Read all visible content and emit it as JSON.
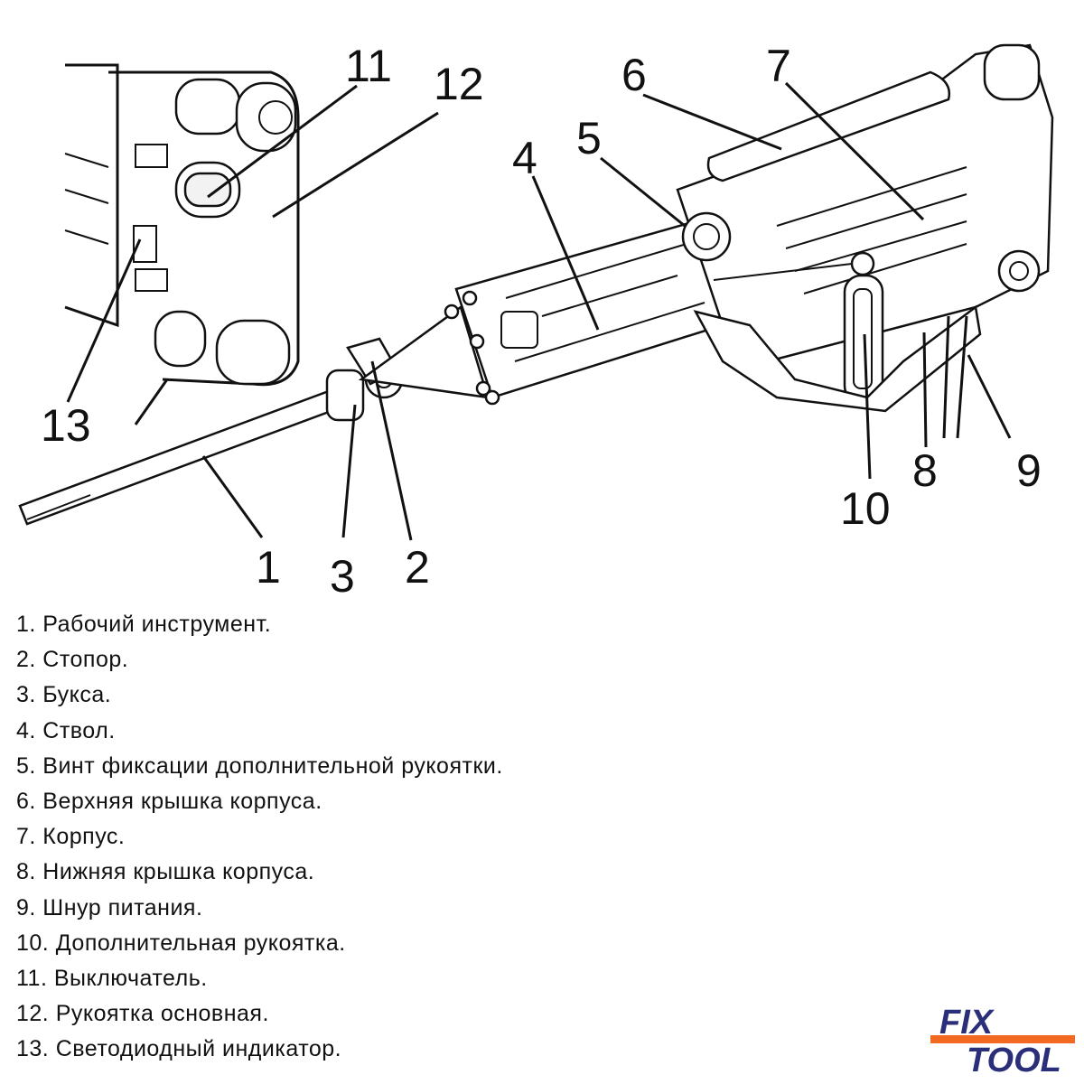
{
  "callouts": [
    "1",
    "2",
    "3",
    "4",
    "5",
    "6",
    "7",
    "8",
    "9",
    "10",
    "11",
    "12",
    "13"
  ],
  "legend": [
    "1. Рабочий инструмент.",
    "2. Стопор.",
    "3. Букса.",
    "4. Ствол.",
    "5. Винт  фиксации дополнительной рукоятки.",
    "6. Верхняя крышка корпуса.",
    "7. Корпус.",
    "8. Нижняя крышка корпуса.",
    "9. Шнур питания.",
    "10. Дополнительная рукоятка.",
    "11. Выключатель.",
    "12. Рукоятка основная.",
    "13. Светодиодный индикатор."
  ],
  "logo": {
    "line1": "FIX",
    "line2": "TOOL",
    "colors": {
      "navy": "#2b2f7a",
      "orange": "#f26a21"
    }
  }
}
